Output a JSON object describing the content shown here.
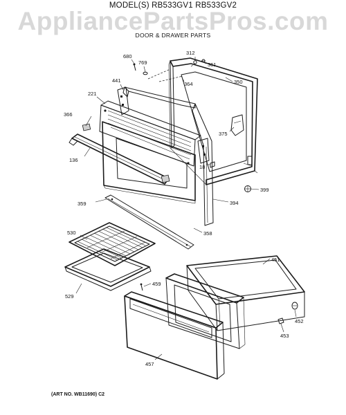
{
  "header": {
    "model": "MODEL(S) RB533GV1  RB533GV2",
    "watermark": "AppliancePartsPros.com",
    "section": "DOOR & DRAWER PARTS"
  },
  "footer": {
    "art_no": "(ART NO. WB11690) C2"
  },
  "parts": {
    "p680": "680",
    "p769": "769",
    "p312": "312",
    "p361": "361",
    "p441": "441",
    "p364": "364",
    "p350": "350",
    "p221": "221",
    "p366": "366",
    "p375": "375",
    "p136": "136",
    "p18": "18",
    "p399": "399",
    "p359": "359",
    "p394": "394",
    "p358": "358",
    "p530": "530",
    "p451": "451",
    "p459": "459",
    "p529": "529",
    "p452": "452",
    "p453": "453",
    "p457": "457"
  }
}
